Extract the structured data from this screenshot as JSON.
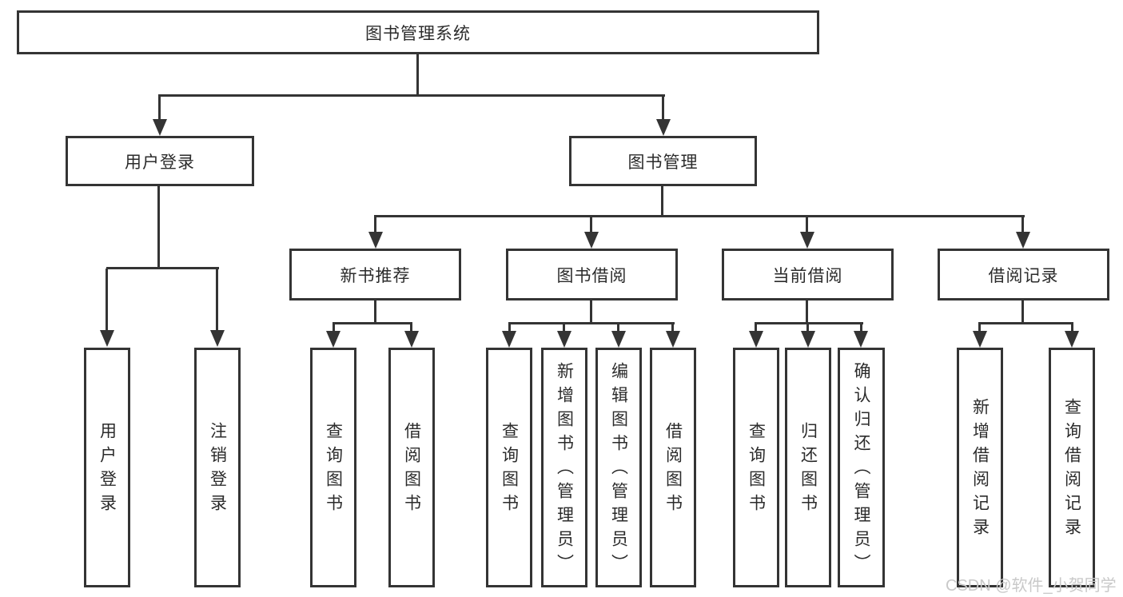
{
  "tree": {
    "root": "图书管理系统",
    "branches": [
      {
        "label": "用户登录",
        "children": [
          "用户登录",
          "注销登录"
        ]
      },
      {
        "label": "图书管理",
        "groups": [
          {
            "label": "新书推荐",
            "children": [
              "查询图书",
              "借阅图书"
            ]
          },
          {
            "label": "图书借阅",
            "children": [
              "查询图书",
              "新增图书（管理员）",
              "编辑图书（管理员）",
              "借阅图书"
            ]
          },
          {
            "label": "当前借阅",
            "children": [
              "查询图书",
              "归还图书",
              "确认归还（管理员）"
            ]
          },
          {
            "label": "借阅记录",
            "children": [
              "新增借阅记录",
              "查询借阅记录"
            ]
          }
        ]
      }
    ]
  },
  "watermark": "CSDN @软件_小贺同学",
  "colors": {
    "line": "#343434",
    "box_border": "#343434",
    "box_background": "#ffffff",
    "text": "#2b2b2b",
    "watermark": "#c9c9c9"
  }
}
